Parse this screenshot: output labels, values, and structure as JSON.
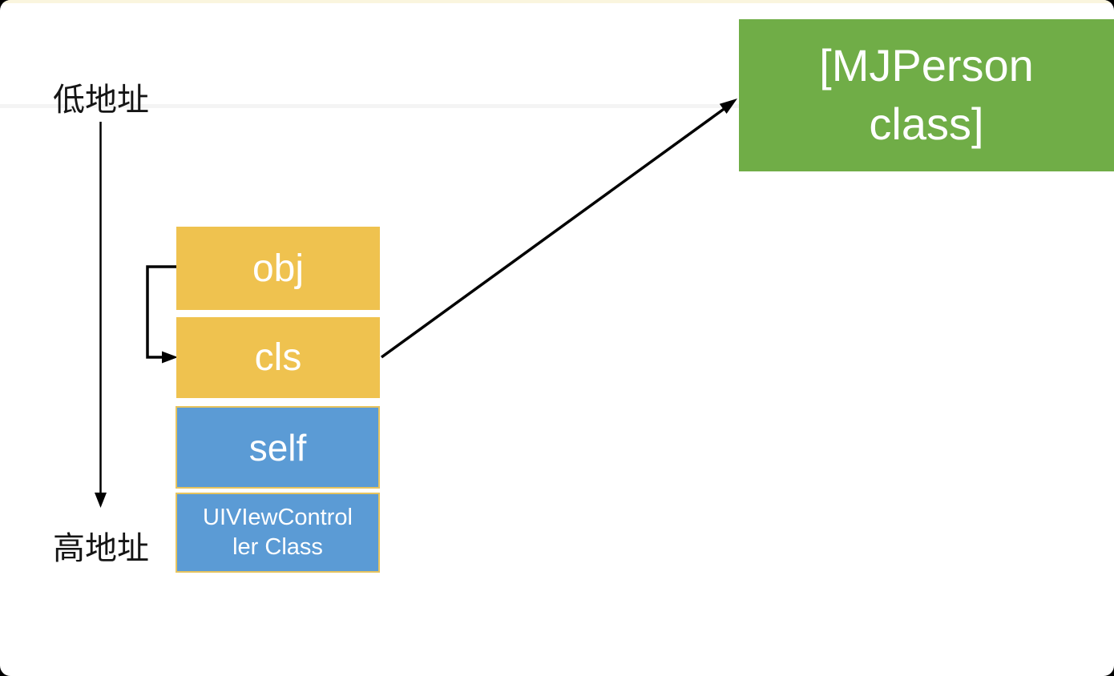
{
  "diagram": {
    "title_hint": "stack memory layout of objc_msgSend arguments",
    "address_labels": {
      "low": "低地址",
      "high": "高地址"
    },
    "stack_boxes": [
      {
        "id": "obj",
        "label": "obj",
        "fill": "#EFC24F"
      },
      {
        "id": "cls",
        "label": "cls",
        "fill": "#EFC24F"
      },
      {
        "id": "self",
        "label": "self",
        "fill": "#5B9BD5"
      },
      {
        "id": "uiviewcontroller-class",
        "label_line1": "UIVIewControl",
        "label_line2": "ler Class",
        "fill": "#5B9BD5"
      }
    ],
    "class_box": {
      "label_line1": "[MJPerson",
      "label_line2": "class]",
      "fill": "#70AD47"
    },
    "colors": {
      "yellow_fill": "#EFC24F",
      "blue_fill": "#5B9BD5",
      "gold_border": "#E6C35E",
      "green_fill": "#70AD47",
      "arrow": "#000000",
      "background": "#FFFFFF",
      "top_strip": "#FAF5DE",
      "hairline": "#F4F4F4"
    }
  }
}
